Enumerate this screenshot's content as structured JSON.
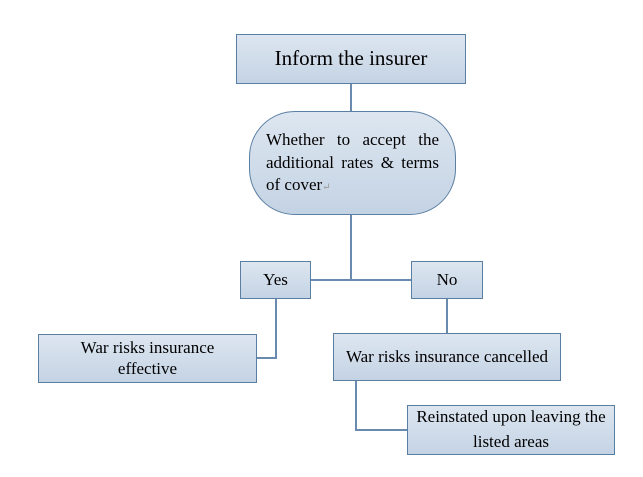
{
  "diagram": {
    "nodes": {
      "inform": {
        "label": "Inform the insurer"
      },
      "decision": {
        "label": "Whether to accept the additional rates & terms of cover",
        "return_mark": "↵"
      },
      "yes": {
        "label": "Yes"
      },
      "no": {
        "label": "No"
      },
      "effective": {
        "label": "War risks insurance effective"
      },
      "cancelled": {
        "label": "War risks insurance cancelled"
      },
      "reinstated": {
        "label": "Reinstated upon leaving the listed areas"
      }
    },
    "edges": [
      {
        "from": "inform",
        "to": "decision"
      },
      {
        "from": "decision",
        "to": "yes"
      },
      {
        "from": "decision",
        "to": "no"
      },
      {
        "from": "yes",
        "to": "effective"
      },
      {
        "from": "no",
        "to": "cancelled"
      },
      {
        "from": "cancelled",
        "to": "reinstated"
      }
    ],
    "colors": {
      "box_fill_top": "#dde6f0",
      "box_fill_bottom": "#c4d3e4",
      "box_border": "#5b7fa3",
      "connector": "#6a8bb0"
    }
  }
}
